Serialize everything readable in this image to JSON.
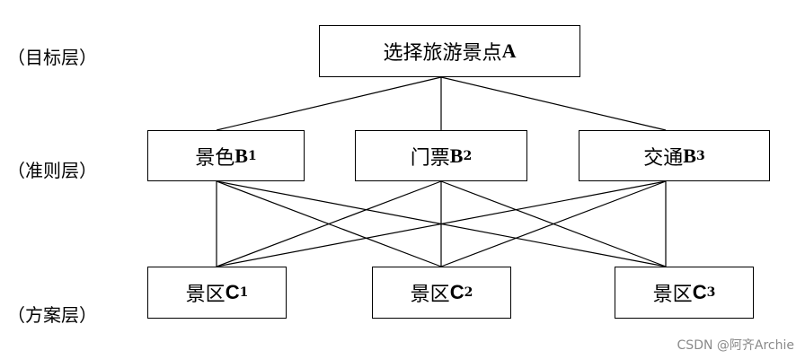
{
  "levels": {
    "goal": "（目标层）",
    "criteria": "（准则层）",
    "plan": "（方案层）"
  },
  "goal": {
    "name": "选择旅游景点",
    "letter": "A"
  },
  "criteria": [
    {
      "name": "景色",
      "letter": "B",
      "index": "1"
    },
    {
      "name": "门票",
      "letter": "B",
      "index": "2"
    },
    {
      "name": "交通",
      "letter": "B",
      "index": "3"
    }
  ],
  "plans": [
    {
      "name": "景区",
      "letter": "C",
      "index": "1"
    },
    {
      "name": "景区",
      "letter": "C",
      "index": "2"
    },
    {
      "name": "景区",
      "letter": "C",
      "index": "3"
    }
  ],
  "watermark": "CSDN @阿齐Archie"
}
